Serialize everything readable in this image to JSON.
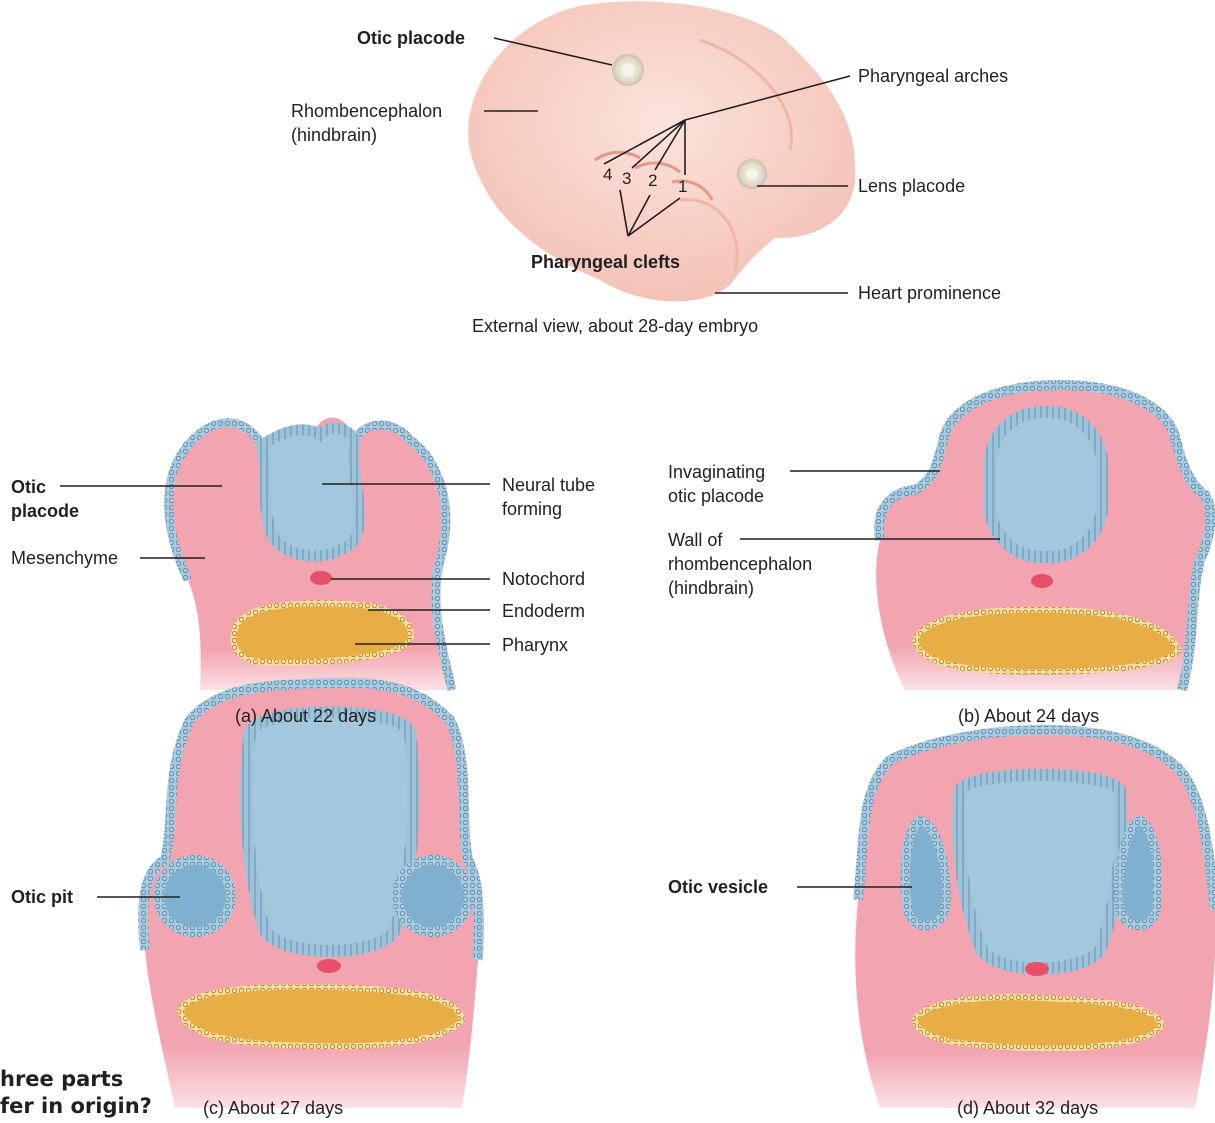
{
  "embryo": {
    "labels": {
      "otic_placode": "Otic placode",
      "rhombencephalon_1": "Rhombencephalon",
      "rhombencephalon_2": "(hindbrain)",
      "pharyngeal_arches": "Pharyngeal arches",
      "lens_placode": "Lens placode",
      "pharyngeal_clefts": "Pharyngeal clefts",
      "heart_prominence": "Heart prominence"
    },
    "arch_numbers": [
      "4",
      "3",
      "2",
      "1"
    ],
    "caption": "External view, about 28-day embryo"
  },
  "panel_a": {
    "labels": {
      "otic_1": "Otic",
      "otic_2": "placode",
      "mesenchyme": "Mesenchyme",
      "neural_tube_1": "Neural tube",
      "neural_tube_2": "forming",
      "notochord": "Notochord",
      "endoderm": "Endoderm",
      "pharynx": "Pharynx"
    },
    "caption": "(a) About 22 days"
  },
  "panel_b": {
    "labels": {
      "invag_1": "Invaginating",
      "invag_2": "otic placode",
      "wall_1": "Wall of",
      "wall_2": "rhombencephalon",
      "wall_3": "(hindbrain)"
    },
    "caption": "(b) About 24 days"
  },
  "panel_c": {
    "labels": {
      "otic_pit": "Otic pit"
    },
    "caption": "(c) About 27 days"
  },
  "panel_d": {
    "labels": {
      "otic_vesicle": "Otic vesicle"
    },
    "caption": "(d) About 32 days"
  },
  "question": {
    "line1": "hree parts",
    "line2": "fer in origin?"
  },
  "colors": {
    "mesenchyme": "#f2a4b0",
    "ectoderm": "#a9cbe0",
    "neural_tube": "#a3c7dd",
    "pharynx": "#e7ae45",
    "notochord": "#e8506a",
    "embryo_skin": "#f9d9d1"
  }
}
